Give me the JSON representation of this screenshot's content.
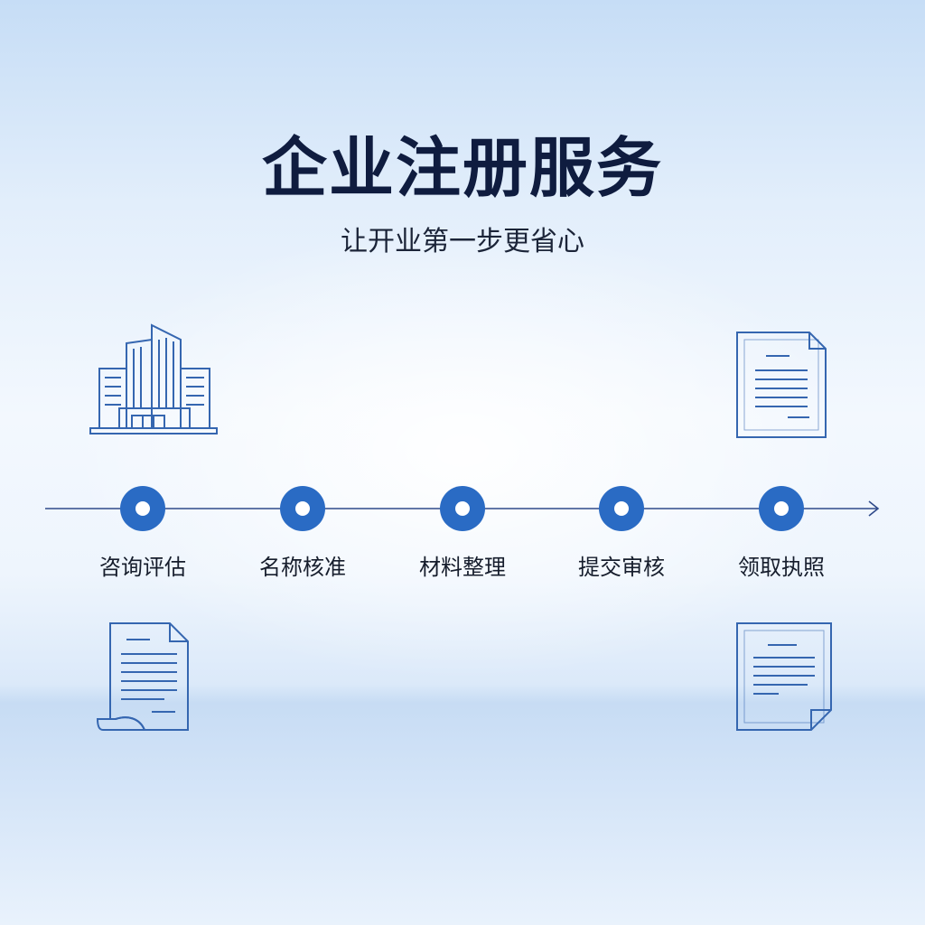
{
  "header": {
    "title": "企业注册服务",
    "subtitle": "让开业第一步更省心"
  },
  "steps": [
    {
      "label": "咨询评估"
    },
    {
      "label": "名称核准"
    },
    {
      "label": "材料整理"
    },
    {
      "label": "提交审核"
    },
    {
      "label": "领取执照"
    }
  ],
  "colors": {
    "accent": "#2a6bc4",
    "line": "#2f4a8a",
    "icon_stroke": "#3566b0",
    "title": "#0f1c3f"
  },
  "icons": [
    "office-building-icon",
    "document-icon",
    "scroll-document-icon",
    "certificate-document-icon"
  ]
}
